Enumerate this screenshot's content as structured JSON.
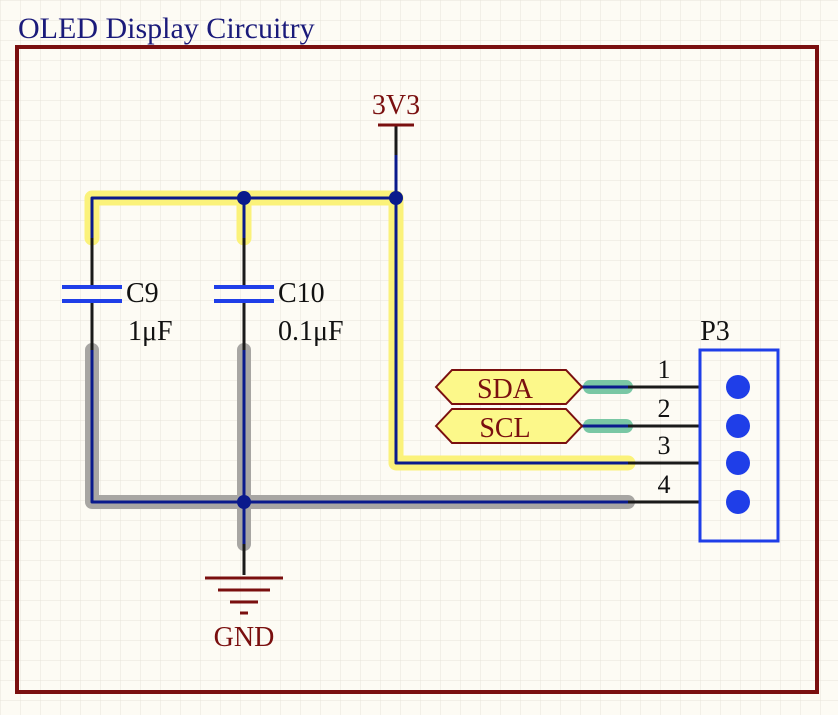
{
  "title": "OLED Display Circuitry",
  "power_net": "3V3",
  "ground_net": "GND",
  "capacitors": [
    {
      "ref": "C9",
      "value": "1μF"
    },
    {
      "ref": "C10",
      "value": "0.1μF"
    }
  ],
  "connector": {
    "ref": "P3",
    "pins": [
      "1",
      "2",
      "3",
      "4"
    ]
  },
  "net_labels": [
    "SDA",
    "SCL"
  ],
  "colors": {
    "frame": "#7a0f0f",
    "wire": "#0a1a8c",
    "component": "#1f3ee8",
    "net_text": "#7a0f0f",
    "highlight_power": "#fbf27a",
    "highlight_ground": "#a8a6a3",
    "highlight_signal": "#79c7a4",
    "net_label_fill": "#fcf88a"
  }
}
